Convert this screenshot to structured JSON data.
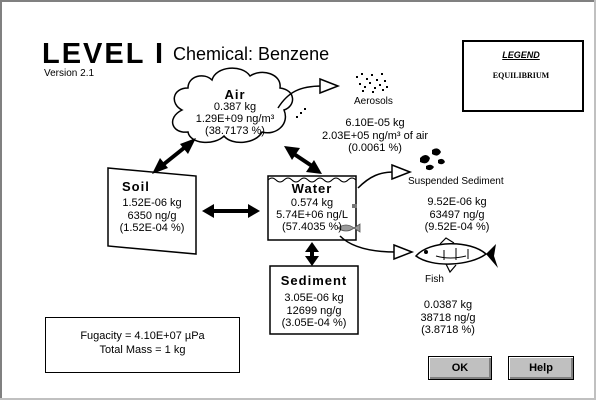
{
  "header": {
    "level": "LEVEL I",
    "chemical": "Chemical: Benzene",
    "version": "Version 2.1"
  },
  "legend": {
    "title": "LEGEND",
    "label": "EQUILIBRIUM"
  },
  "air": {
    "name": "Air",
    "mass": "0.387 kg",
    "conc": "1.29E+09 ng/m³",
    "pct": "(38.7173 %)"
  },
  "aerosols": {
    "name": "Aerosols",
    "mass": "6.10E-05 kg",
    "conc": "2.03E+05 ng/m³ of air",
    "pct": "(0.0061 %)"
  },
  "soil": {
    "name": "Soil",
    "mass": "1.52E-06 kg",
    "conc": "6350 ng/g",
    "pct": "(1.52E-04 %)"
  },
  "water": {
    "name": "Water",
    "mass": "0.574 kg",
    "conc": "5.74E+06 ng/L",
    "pct": "(57.4035 %)"
  },
  "suspended": {
    "name": "Suspended Sediment",
    "mass": "9.52E-06 kg",
    "conc": "63497 ng/g",
    "pct": "(9.52E-04 %)"
  },
  "sediment": {
    "name": "Sediment",
    "mass": "3.05E-06 kg",
    "conc": "12699 ng/g",
    "pct": "(3.05E-04 %)"
  },
  "fish": {
    "name": "Fish",
    "mass": "0.0387 kg",
    "conc": "38718 ng/g",
    "pct": "(3.8718 %)"
  },
  "summary": {
    "fugacity": "Fugacity = 4.10E+07 µPa",
    "total_mass": "Total Mass = 1 kg"
  },
  "buttons": {
    "ok": "OK",
    "help": "Help"
  }
}
